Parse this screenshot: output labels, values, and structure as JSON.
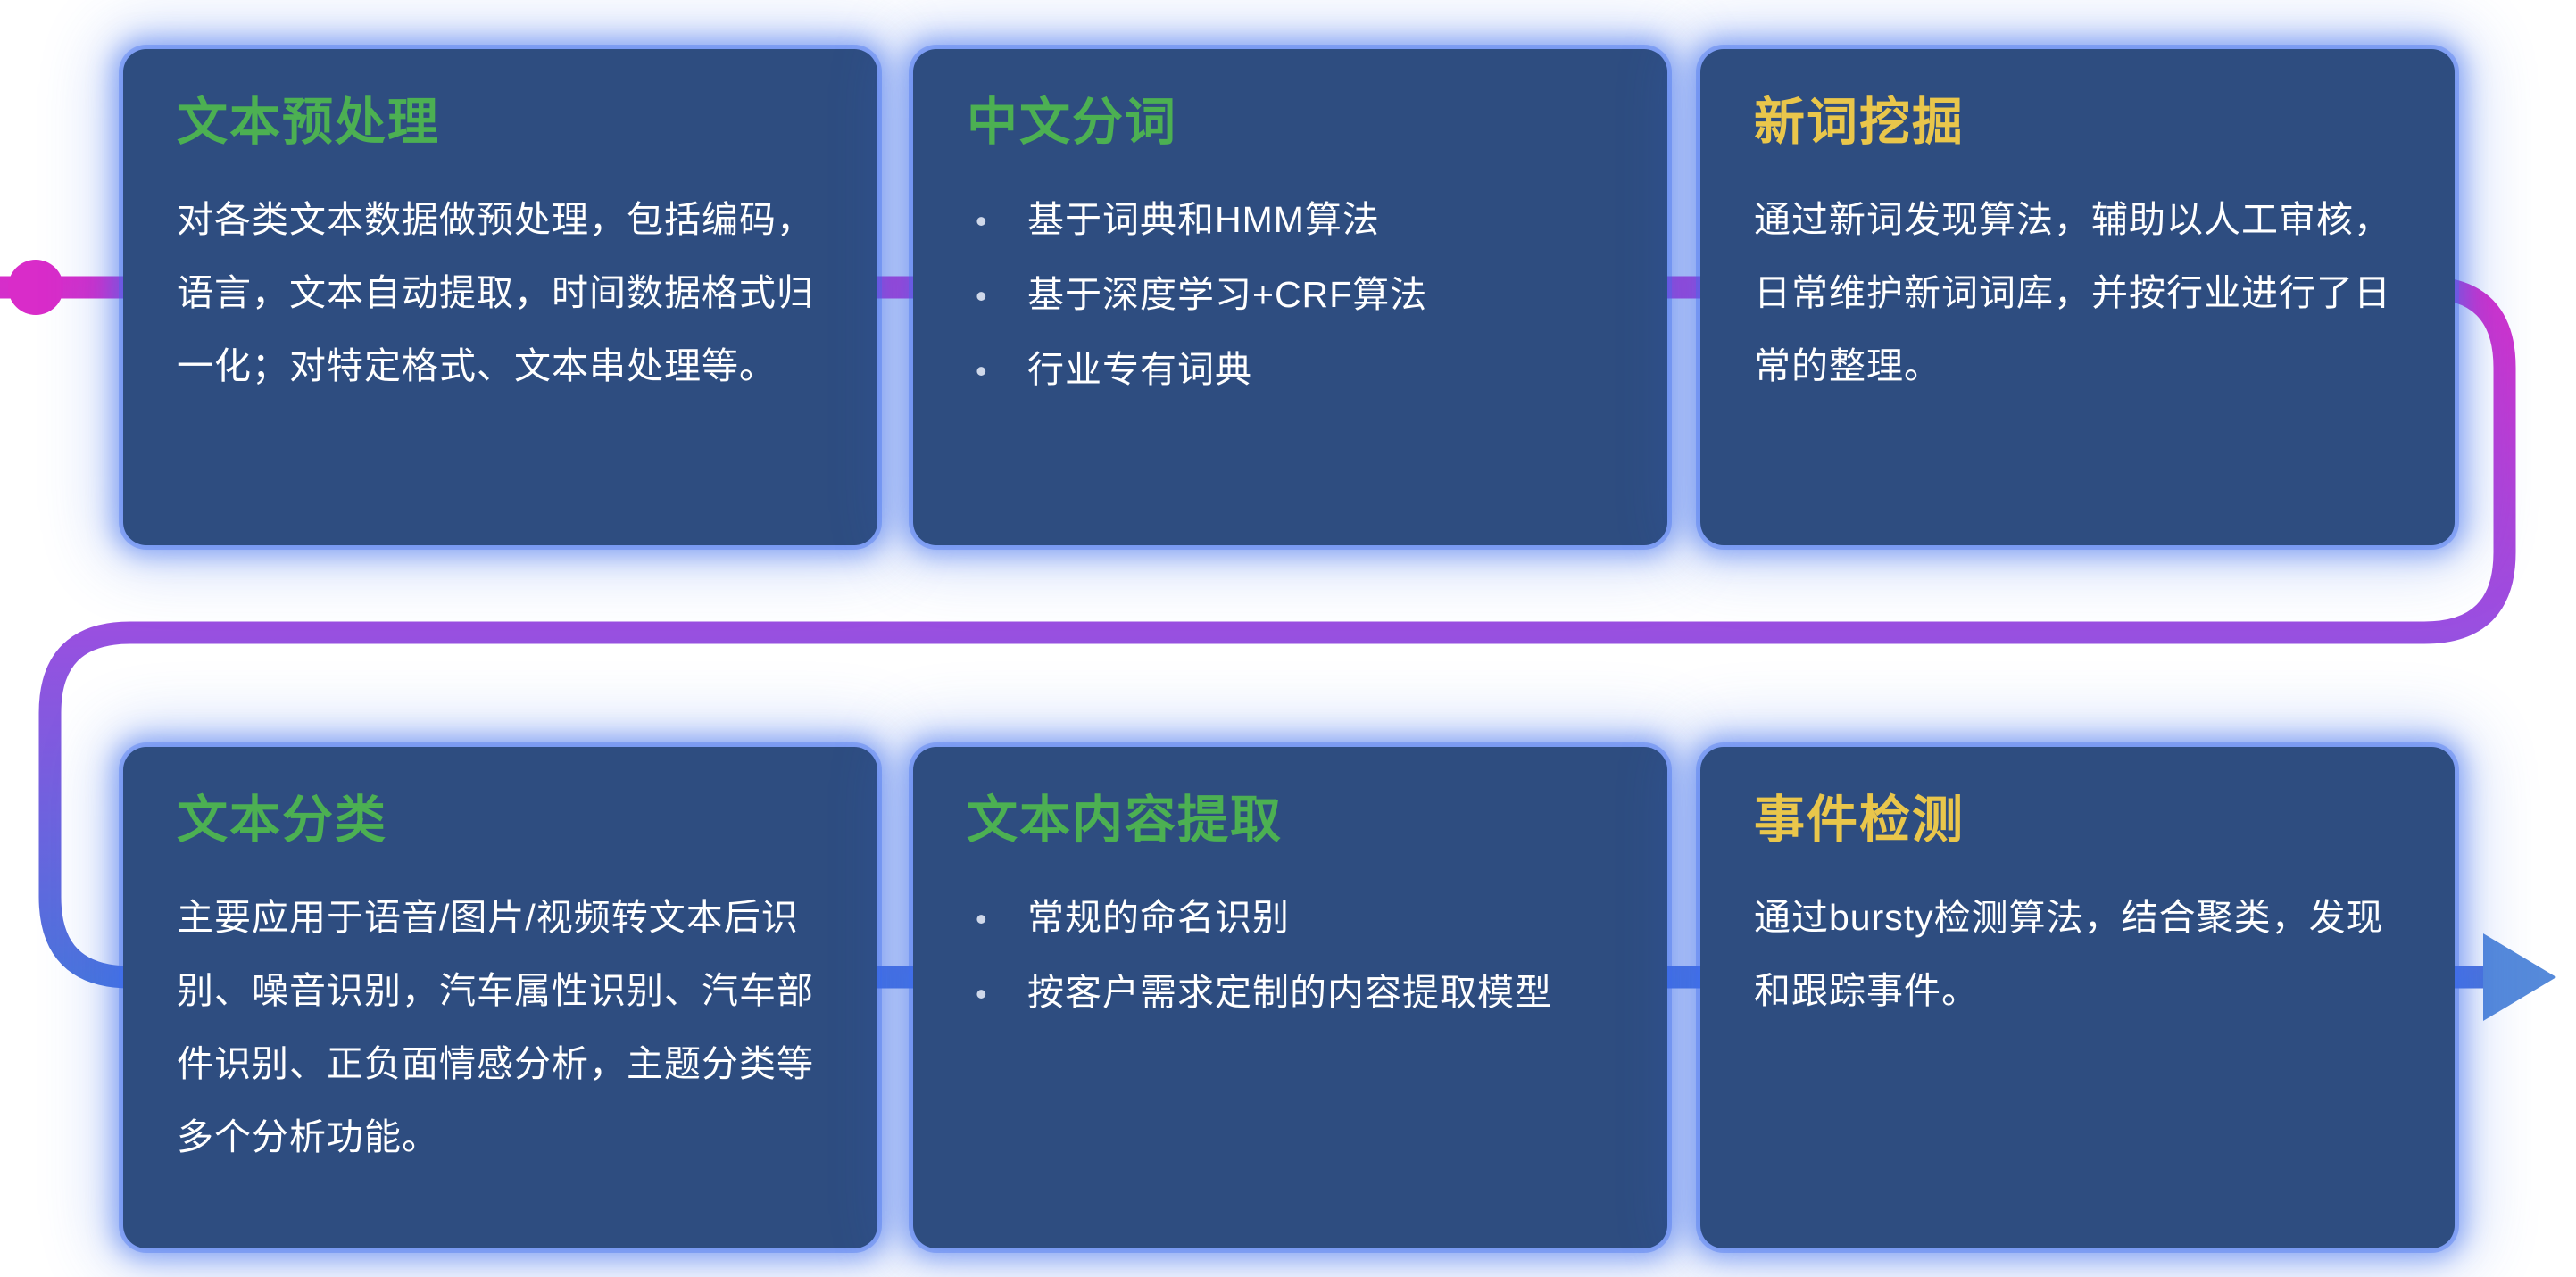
{
  "flow": {
    "colors": {
      "start": "#d92cc9",
      "mid": "#9a4fe0",
      "end": "#4a74dc",
      "arrow": "#568ada"
    }
  },
  "cards": [
    {
      "title": "文本预处理",
      "body": "对各类文本数据做预处理，包括编码，语言，文本自动提取，时间数据格式归一化；对特定格式、文本串处理等。"
    },
    {
      "title": "中文分词",
      "bullets": [
        "基于词典和HMM算法",
        "基于深度学习+CRF算法",
        "行业专有词典"
      ]
    },
    {
      "title": "新词挖掘",
      "body": "通过新词发现算法，辅助以人工审核，日常维护新词词库，并按行业进行了日常的整理。"
    },
    {
      "title": "文本分类",
      "body": "主要应用于语音/图片/视频转文本后识别、噪音识别，汽车属性识别、汽车部件识别、正负面情感分析，主题分类等多个分析功能。"
    },
    {
      "title": "文本内容提取",
      "bullets": [
        "常规的命名识别",
        "按客户需求定制的内容提取模型"
      ]
    },
    {
      "title": "事件检测",
      "body": "通过bursty检测算法，结合聚类，发现和跟踪事件。"
    }
  ]
}
